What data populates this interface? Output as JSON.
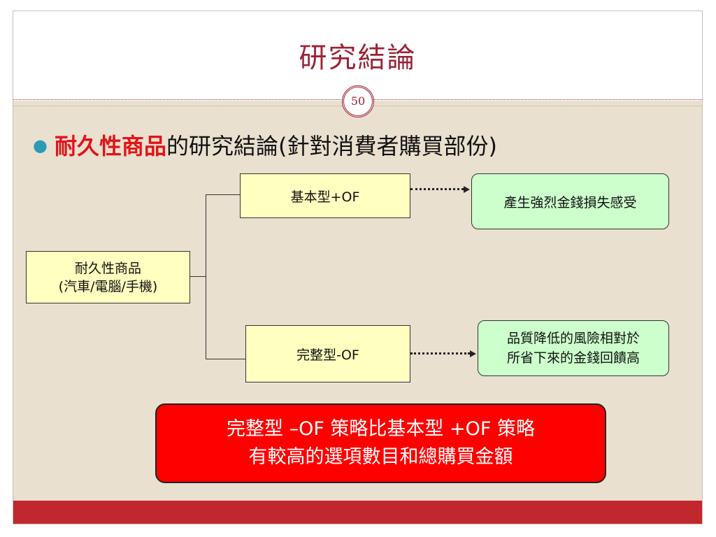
{
  "slide": {
    "title": "研究結論",
    "page_number": "50",
    "bullet": {
      "highlight": "耐久性商品",
      "rest": "的研究結論(針對消費者購買部份)"
    }
  },
  "diagram": {
    "root": {
      "line1": "耐久性商品",
      "line2": "(汽車/電腦/手機)"
    },
    "basic": {
      "label": "基本型+OF"
    },
    "full": {
      "label": "完整型-OF"
    },
    "outcome_basic": {
      "label": "產生強烈金錢損失感受"
    },
    "outcome_full": {
      "line1": "品質降低的風險相對於",
      "line2": "所省下來的金錢回饋高"
    }
  },
  "conclusion": {
    "line1": "完整型 –OF 策略比基本型 +OF 策略",
    "line2": "有較高的選項數目和總購買金額"
  },
  "colors": {
    "title": "#9b2335",
    "highlight": "#e1141a",
    "bullet": "#2b9bb5",
    "footer": "#c0282d",
    "conclusion_bg": "#ff0000",
    "yellow_box": "#ffffc0",
    "green_box": "#ccffcc"
  }
}
